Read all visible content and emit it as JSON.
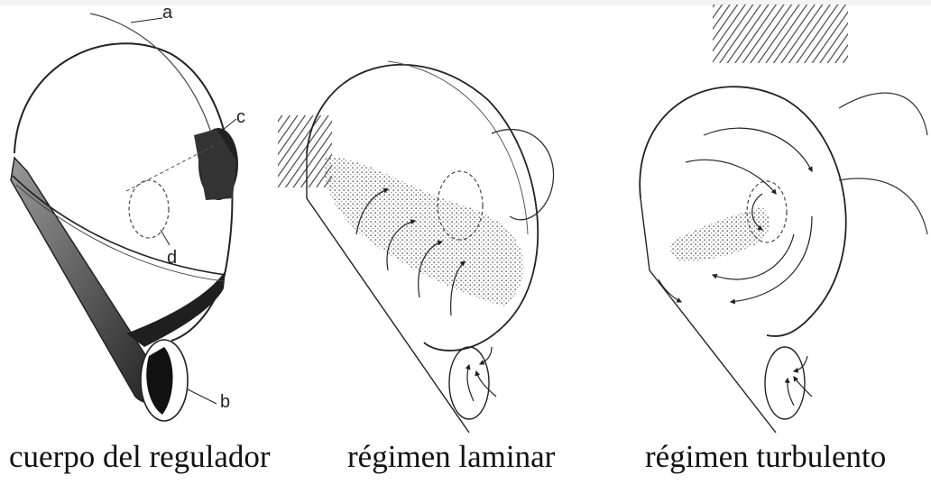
{
  "header_text": "",
  "panels": [
    {
      "caption": "cuerpo del regulador",
      "labels": {
        "a": "a",
        "b": "b",
        "c": "c",
        "d": "d"
      }
    },
    {
      "caption": "régimen laminar"
    },
    {
      "caption": "régimen turbulento"
    }
  ]
}
